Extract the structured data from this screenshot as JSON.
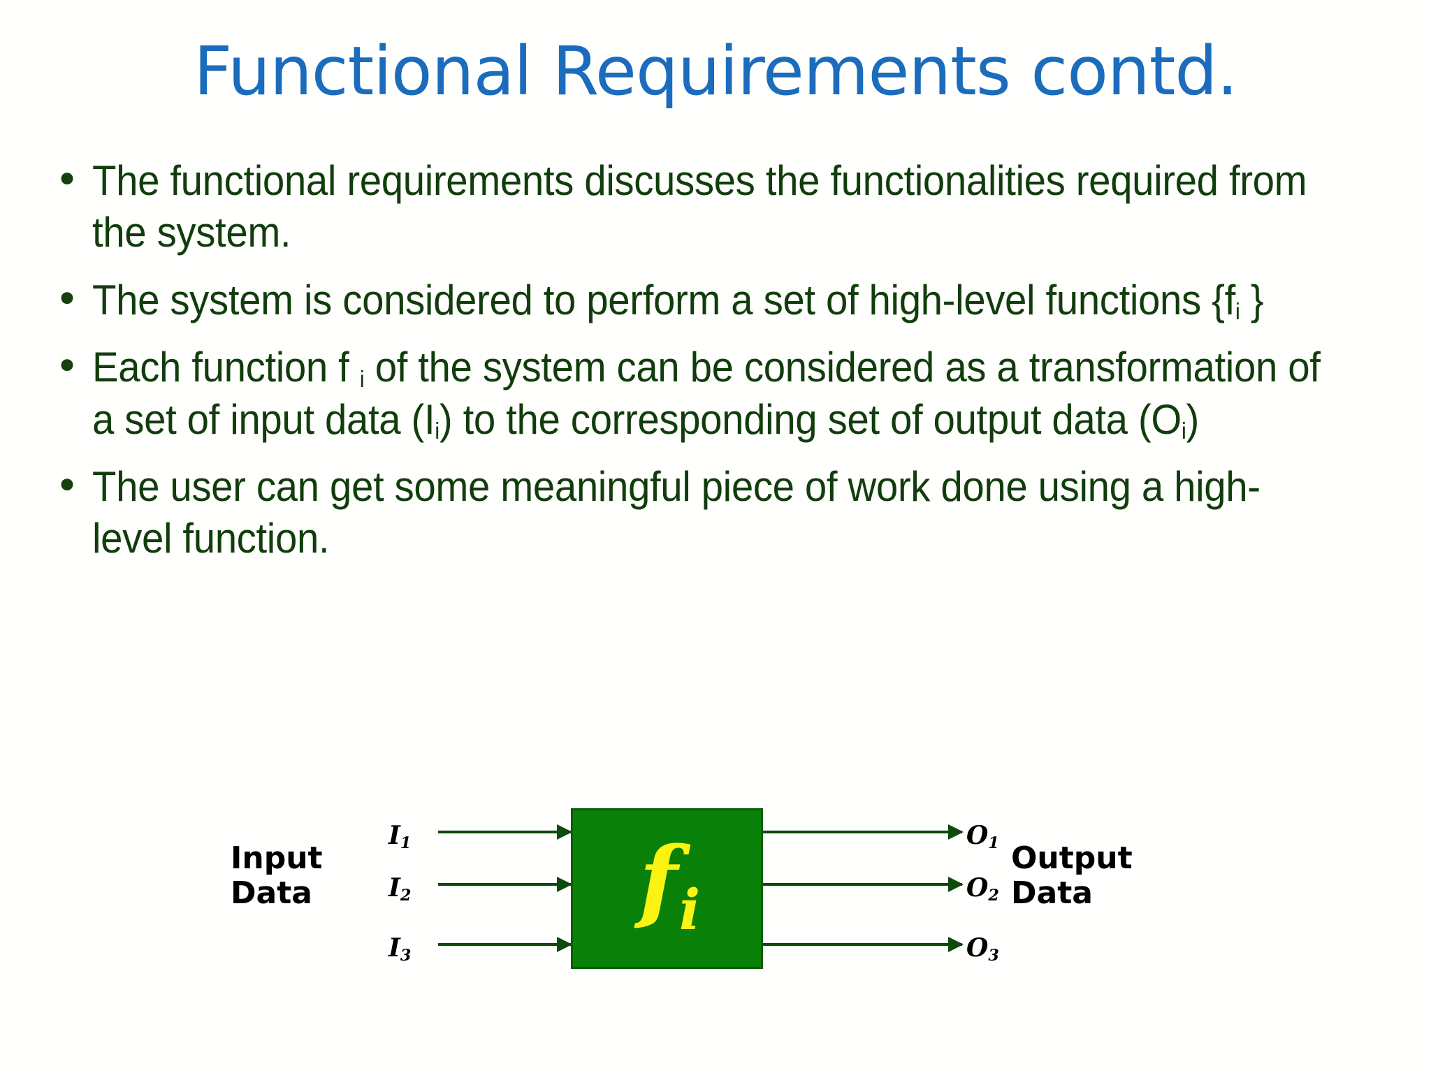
{
  "slide": {
    "title": "Functional Requirements contd.",
    "title_color": "#1b6cbc",
    "body_color": "#113d0c",
    "background_color": "#ffffff",
    "bullet_marker": "•"
  },
  "bullets": [
    {
      "id": "bullet-1",
      "text": "The functional requirements discusses the functionalities required from the system."
    },
    {
      "id": "bullet-2",
      "prefix": "The system is considered to perform a set of high-level functions {f",
      "sub": "i",
      "suffix": " }"
    },
    {
      "id": "bullet-3",
      "part1": "Each function f ",
      "sub1": "i",
      "part2": " of the system can be considered as a transformation of a set of input data (I",
      "sub2": "i",
      "part3": ") to the corresponding set of output data (O",
      "sub3": "i",
      "part4": ")"
    },
    {
      "id": "bullet-4",
      "text": "The user can get some meaningful piece of work done using a high-level function."
    }
  ],
  "diagram": {
    "box_fill_color": "#098008",
    "box_border_color": "#0b5c0a",
    "box_label_color": "#fbf312",
    "arrow_color": "#0d4a0c",
    "box_function": "f",
    "box_function_sub": "i",
    "input_label_line1": "Input",
    "input_label_line2": "Data",
    "output_label_line1": "Output",
    "output_label_line2": "Data",
    "inputs": [
      {
        "base": "I",
        "sub": "1"
      },
      {
        "base": "I",
        "sub": "2"
      },
      {
        "base": "I",
        "sub": "3"
      }
    ],
    "outputs": [
      {
        "base": "O",
        "sub": "1"
      },
      {
        "base": "O",
        "sub": "2"
      },
      {
        "base": "O",
        "sub": "3"
      }
    ]
  }
}
